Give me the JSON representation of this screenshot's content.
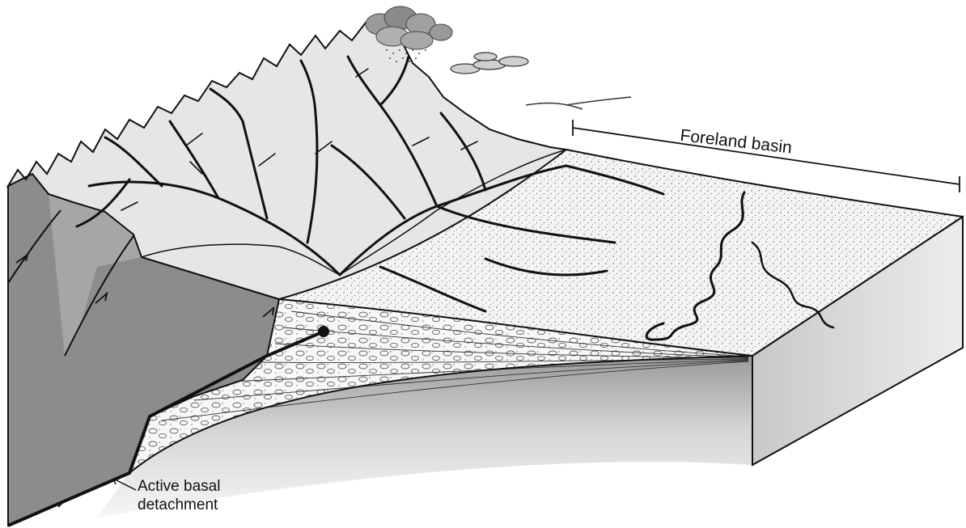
{
  "labels": {
    "foreland_basin": "Foreland basin",
    "active_basal_detachment_line1": "Active basal",
    "active_basal_detachment_line2": "detachment"
  },
  "colors": {
    "mountain_fill": "#e6e6e6",
    "block_side_dark": "#8c8c8c",
    "block_side_light": "#d9d9d9",
    "plain_fill": "#f4f4f4",
    "line": "#111111"
  }
}
